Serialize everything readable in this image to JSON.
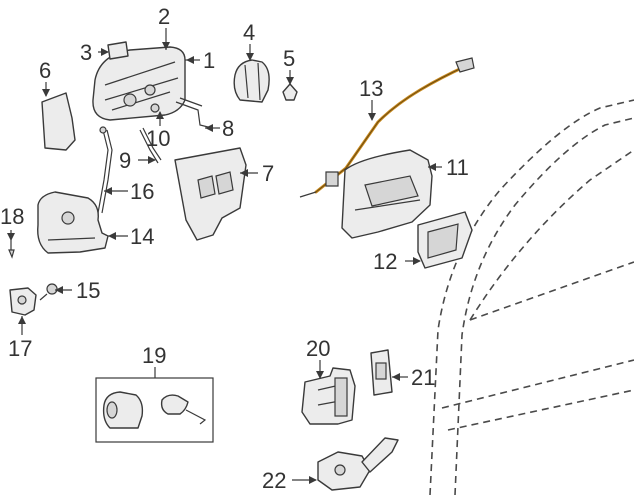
{
  "callouts": [
    {
      "id": "c1",
      "text": "1"
    },
    {
      "id": "c2",
      "text": "2"
    },
    {
      "id": "c3",
      "text": "3"
    },
    {
      "id": "c4",
      "text": "4"
    },
    {
      "id": "c5",
      "text": "5"
    },
    {
      "id": "c6",
      "text": "6"
    },
    {
      "id": "c7",
      "text": "7"
    },
    {
      "id": "c8",
      "text": "8"
    },
    {
      "id": "c9",
      "text": "9"
    },
    {
      "id": "c10",
      "text": "10"
    },
    {
      "id": "c11",
      "text": "11"
    },
    {
      "id": "c12",
      "text": "12"
    },
    {
      "id": "c13",
      "text": "13"
    },
    {
      "id": "c14",
      "text": "14"
    },
    {
      "id": "c15",
      "text": "15"
    },
    {
      "id": "c16",
      "text": "16"
    },
    {
      "id": "c17",
      "text": "17"
    },
    {
      "id": "c18",
      "text": "18"
    },
    {
      "id": "c19",
      "text": "19"
    },
    {
      "id": "c20",
      "text": "20"
    },
    {
      "id": "c21",
      "text": "21"
    },
    {
      "id": "c22",
      "text": "22"
    }
  ],
  "colors": {
    "line": "#3a3a3a",
    "cable": "#c98a1e",
    "part_fill": "#ececec"
  }
}
